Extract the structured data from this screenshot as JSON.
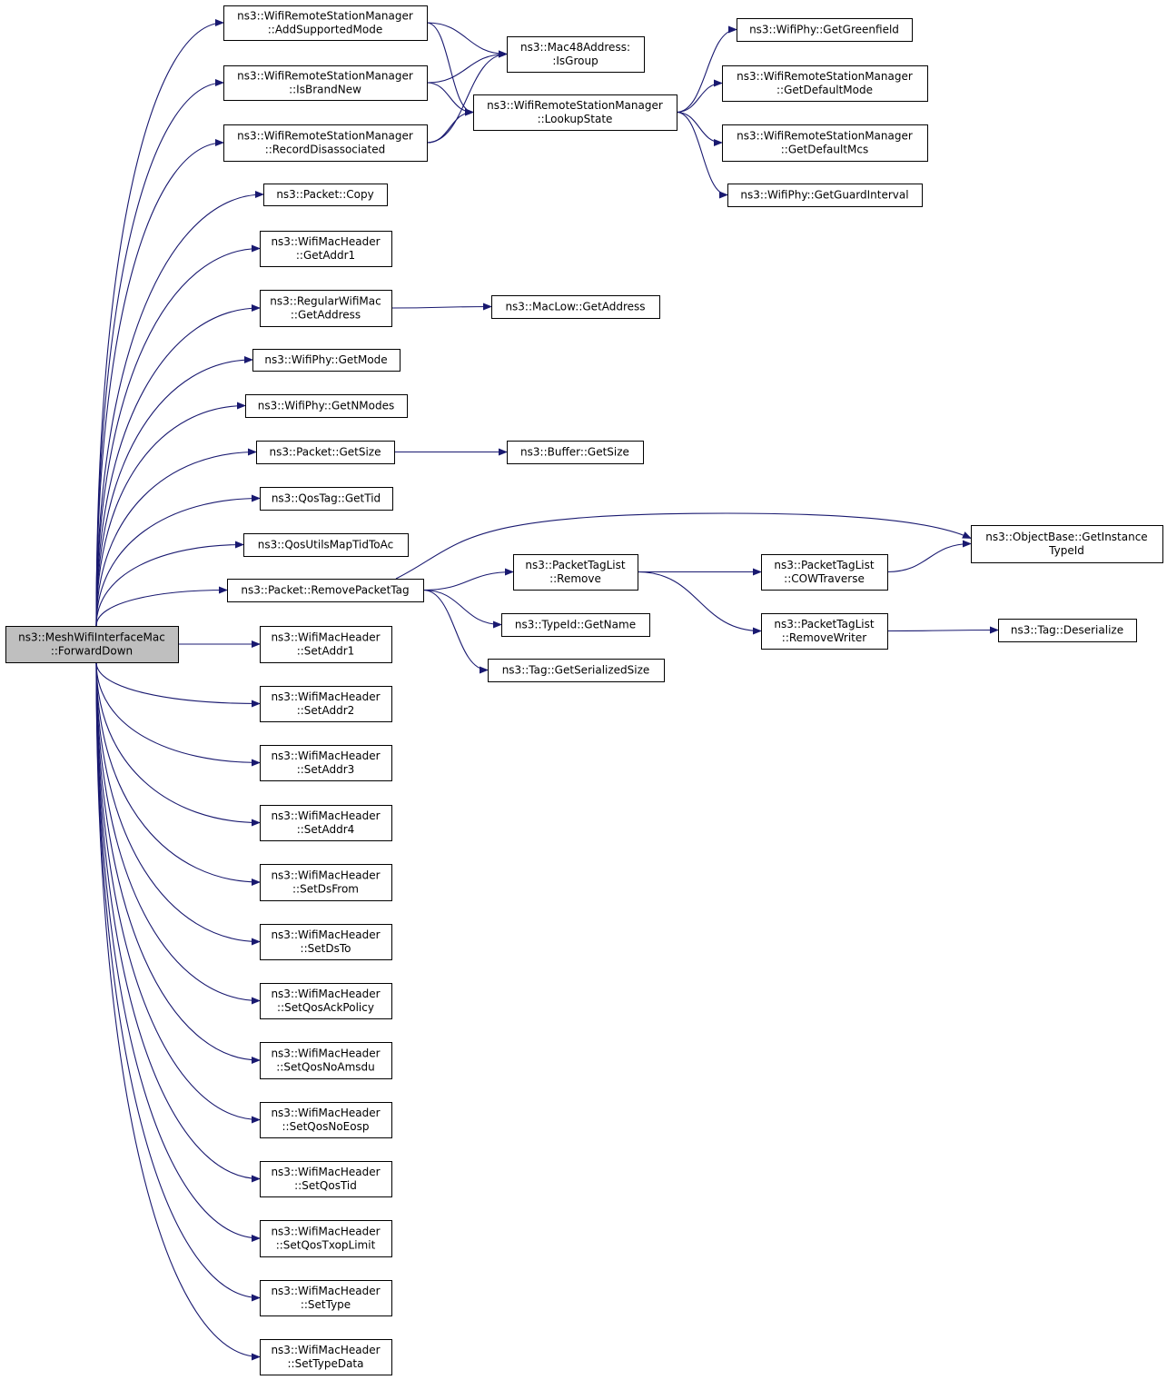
{
  "colors": {
    "edge": "#191970",
    "root_fill": "#bfbfbf",
    "node_fill": "#ffffff",
    "node_border": "#000000"
  },
  "nodes": {
    "forward_down": {
      "lines": [
        "ns3::MeshWifiInterfaceMac",
        "::ForwardDown"
      ],
      "root": true
    },
    "add_supported_mode": {
      "lines": [
        "ns3::WifiRemoteStationManager",
        "::AddSupportedMode"
      ]
    },
    "is_brand_new": {
      "lines": [
        "ns3::WifiRemoteStationManager",
        "::IsBrandNew"
      ]
    },
    "record_disassociated": {
      "lines": [
        "ns3::WifiRemoteStationManager",
        "::RecordDisassociated"
      ]
    },
    "packet_copy": {
      "lines": [
        "ns3::Packet::Copy"
      ]
    },
    "get_addr1": {
      "lines": [
        "ns3::WifiMacHeader",
        "::GetAddr1"
      ]
    },
    "regular_get_address": {
      "lines": [
        "ns3::RegularWifiMac",
        "::GetAddress"
      ]
    },
    "phy_get_mode": {
      "lines": [
        "ns3::WifiPhy::GetMode"
      ]
    },
    "phy_get_nmodes": {
      "lines": [
        "ns3::WifiPhy::GetNModes"
      ]
    },
    "packet_get_size": {
      "lines": [
        "ns3::Packet::GetSize"
      ]
    },
    "qos_get_tid": {
      "lines": [
        "ns3::QosTag::GetTid"
      ]
    },
    "qos_map_tid": {
      "lines": [
        "ns3::QosUtilsMapTidToAc"
      ]
    },
    "remove_packet_tag": {
      "lines": [
        "ns3::Packet::RemovePacketTag"
      ]
    },
    "set_addr1": {
      "lines": [
        "ns3::WifiMacHeader",
        "::SetAddr1"
      ]
    },
    "set_addr2": {
      "lines": [
        "ns3::WifiMacHeader",
        "::SetAddr2"
      ]
    },
    "set_addr3": {
      "lines": [
        "ns3::WifiMacHeader",
        "::SetAddr3"
      ]
    },
    "set_addr4": {
      "lines": [
        "ns3::WifiMacHeader",
        "::SetAddr4"
      ]
    },
    "set_ds_from": {
      "lines": [
        "ns3::WifiMacHeader",
        "::SetDsFrom"
      ]
    },
    "set_ds_to": {
      "lines": [
        "ns3::WifiMacHeader",
        "::SetDsTo"
      ]
    },
    "set_qos_ack": {
      "lines": [
        "ns3::WifiMacHeader",
        "::SetQosAckPolicy"
      ]
    },
    "set_qos_no_amsdu": {
      "lines": [
        "ns3::WifiMacHeader",
        "::SetQosNoAmsdu"
      ]
    },
    "set_qos_no_eosp": {
      "lines": [
        "ns3::WifiMacHeader",
        "::SetQosNoEosp"
      ]
    },
    "set_qos_tid": {
      "lines": [
        "ns3::WifiMacHeader",
        "::SetQosTid"
      ]
    },
    "set_qos_txop": {
      "lines": [
        "ns3::WifiMacHeader",
        "::SetQosTxopLimit"
      ]
    },
    "set_type": {
      "lines": [
        "ns3::WifiMacHeader",
        "::SetType"
      ]
    },
    "set_type_data": {
      "lines": [
        "ns3::WifiMacHeader",
        "::SetTypeData"
      ]
    },
    "is_group": {
      "lines": [
        "ns3::Mac48Address:",
        ":IsGroup"
      ]
    },
    "lookup_state": {
      "lines": [
        "ns3::WifiRemoteStationManager",
        "::LookupState"
      ]
    },
    "mac_low_get_address": {
      "lines": [
        "ns3::MacLow::GetAddress"
      ]
    },
    "buffer_get_size": {
      "lines": [
        "ns3::Buffer::GetSize"
      ]
    },
    "ptl_remove": {
      "lines": [
        "ns3::PacketTagList",
        "::Remove"
      ]
    },
    "typeid_get_name": {
      "lines": [
        "ns3::TypeId::GetName"
      ]
    },
    "tag_get_serialized_size": {
      "lines": [
        "ns3::Tag::GetSerializedSize"
      ]
    },
    "get_greenfield": {
      "lines": [
        "ns3::WifiPhy::GetGreenfield"
      ]
    },
    "get_default_mode": {
      "lines": [
        "ns3::WifiRemoteStationManager",
        "::GetDefaultMode"
      ]
    },
    "get_default_mcs": {
      "lines": [
        "ns3::WifiRemoteStationManager",
        "::GetDefaultMcs"
      ]
    },
    "get_guard_interval": {
      "lines": [
        "ns3::WifiPhy::GetGuardInterval"
      ]
    },
    "cow_traverse": {
      "lines": [
        "ns3::PacketTagList",
        "::COWTraverse"
      ]
    },
    "remove_writer": {
      "lines": [
        "ns3::PacketTagList",
        "::RemoveWriter"
      ]
    },
    "get_instance_typeid": {
      "lines": [
        "ns3::ObjectBase::GetInstance",
        "TypeId"
      ]
    },
    "tag_deserialize": {
      "lines": [
        "ns3::Tag::Deserialize"
      ]
    }
  },
  "edges": [
    [
      "forward_down",
      "add_supported_mode"
    ],
    [
      "forward_down",
      "is_brand_new"
    ],
    [
      "forward_down",
      "record_disassociated"
    ],
    [
      "forward_down",
      "packet_copy"
    ],
    [
      "forward_down",
      "get_addr1"
    ],
    [
      "forward_down",
      "regular_get_address"
    ],
    [
      "forward_down",
      "phy_get_mode"
    ],
    [
      "forward_down",
      "phy_get_nmodes"
    ],
    [
      "forward_down",
      "packet_get_size"
    ],
    [
      "forward_down",
      "qos_get_tid"
    ],
    [
      "forward_down",
      "qos_map_tid"
    ],
    [
      "forward_down",
      "remove_packet_tag"
    ],
    [
      "forward_down",
      "set_addr1"
    ],
    [
      "forward_down",
      "set_addr2"
    ],
    [
      "forward_down",
      "set_addr3"
    ],
    [
      "forward_down",
      "set_addr4"
    ],
    [
      "forward_down",
      "set_ds_from"
    ],
    [
      "forward_down",
      "set_ds_to"
    ],
    [
      "forward_down",
      "set_qos_ack"
    ],
    [
      "forward_down",
      "set_qos_no_amsdu"
    ],
    [
      "forward_down",
      "set_qos_no_eosp"
    ],
    [
      "forward_down",
      "set_qos_tid"
    ],
    [
      "forward_down",
      "set_qos_txop"
    ],
    [
      "forward_down",
      "set_type"
    ],
    [
      "forward_down",
      "set_type_data"
    ],
    [
      "add_supported_mode",
      "is_group"
    ],
    [
      "add_supported_mode",
      "lookup_state"
    ],
    [
      "is_brand_new",
      "is_group"
    ],
    [
      "is_brand_new",
      "lookup_state"
    ],
    [
      "record_disassociated",
      "is_group"
    ],
    [
      "record_disassociated",
      "lookup_state"
    ],
    [
      "lookup_state",
      "get_greenfield"
    ],
    [
      "lookup_state",
      "get_default_mode"
    ],
    [
      "lookup_state",
      "get_default_mcs"
    ],
    [
      "lookup_state",
      "get_guard_interval"
    ],
    [
      "regular_get_address",
      "mac_low_get_address"
    ],
    [
      "packet_get_size",
      "buffer_get_size"
    ],
    [
      "remove_packet_tag",
      "get_instance_typeid"
    ],
    [
      "remove_packet_tag",
      "ptl_remove"
    ],
    [
      "remove_packet_tag",
      "typeid_get_name"
    ],
    [
      "remove_packet_tag",
      "tag_get_serialized_size"
    ],
    [
      "ptl_remove",
      "cow_traverse"
    ],
    [
      "ptl_remove",
      "remove_writer"
    ],
    [
      "cow_traverse",
      "get_instance_typeid"
    ],
    [
      "remove_writer",
      "tag_deserialize"
    ]
  ]
}
